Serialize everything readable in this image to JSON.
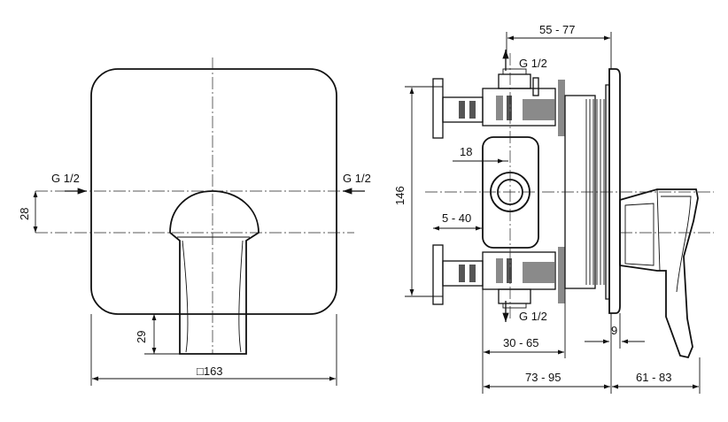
{
  "front_view": {
    "inlet_left_label": "G 1/2",
    "inlet_right_label": "G 1/2",
    "dim_height_lever": "28",
    "dim_bottom_offset": "29",
    "dim_plate_size": "□163"
  },
  "side_view": {
    "outlet_top_label": "G 1/2",
    "outlet_bottom_label": "G 1/2",
    "dim_top_depth": "55 - 77",
    "dim_total_height": "146",
    "dim_18": "18",
    "dim_5_40": "5 - 40",
    "dim_30_65": "30 - 65",
    "dim_9": "9",
    "dim_73_95": "73 - 95",
    "dim_61_83": "61 - 83"
  },
  "colors": {
    "line": "#111111",
    "hatch": "#8a8a8a"
  }
}
